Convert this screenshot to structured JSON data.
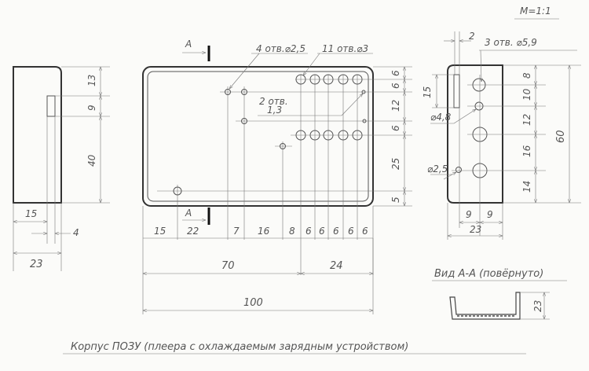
{
  "scale": "M=1:1",
  "title": "Корпус ПОЗУ (плеера с охлаждаемым зарядным устройством)",
  "section_marker": "A",
  "front_view": {
    "note_holes_small": "4 отв.⌀2,5",
    "note_holes_large": "11 отв.⌀3",
    "note_two_holes_1": "2 отв.",
    "note_two_holes_2": "1,3",
    "vertical_dims": [
      "6",
      "6",
      "12",
      "6",
      "25",
      "5"
    ],
    "horizontal_dims": [
      "15",
      "22",
      "7",
      "16",
      "8",
      "6",
      "6",
      "6",
      "6",
      "6"
    ],
    "dim_70": "70",
    "dim_24": "24",
    "dim_100": "100"
  },
  "left_view": {
    "vertical_dims": [
      "13",
      "9",
      "40"
    ],
    "dim_15": "15",
    "dim_4": "4",
    "dim_23": "23"
  },
  "right_view": {
    "dim_2": "2",
    "note_holes": "3 отв. ⌀5,9",
    "dim_15": "15",
    "dia_48": "⌀4,8",
    "dia_25": "⌀2,5",
    "vertical_dims": [
      "8",
      "10",
      "12",
      "16",
      "14"
    ],
    "dim_60": "60",
    "dim_9a": "9",
    "dim_9b": "9",
    "dim_23": "23"
  },
  "section_view": {
    "label": "Вид А-А (повёрнуто)",
    "dim_23": "23"
  }
}
